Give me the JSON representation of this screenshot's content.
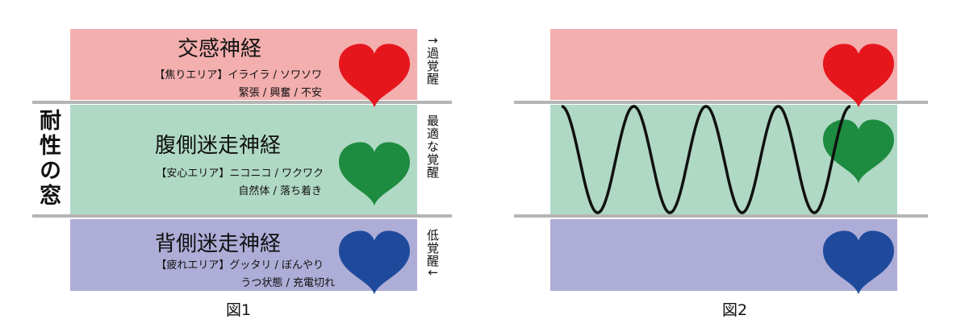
{
  "figure1": {
    "caption": "図1",
    "window_label": "耐性の窓",
    "sympathetic": {
      "title": "交感神経",
      "line1": "【焦りエリア】イライラ / ソワソワ",
      "line2": "緊張 / 興奮 / 不安",
      "side": "↑過覚醒",
      "heart_color": "#e6161d"
    },
    "ventral": {
      "title": "腹側迷走神経",
      "line1": "【安心エリア】ニコニコ / ワクワク",
      "line2": "自然体 / 落ち着き",
      "side": "最適な覚醒",
      "heart_color": "#1e8c40"
    },
    "dorsal": {
      "title": "背側迷走神経",
      "line1": "【疲れエリア】グッタリ / ぼんやり",
      "line2": "うつ状態 / 充電切れ",
      "side": "低覚醒↓",
      "heart_color": "#1f4a9c"
    }
  },
  "figure2": {
    "caption": "図2",
    "wave_cycles": 4
  }
}
